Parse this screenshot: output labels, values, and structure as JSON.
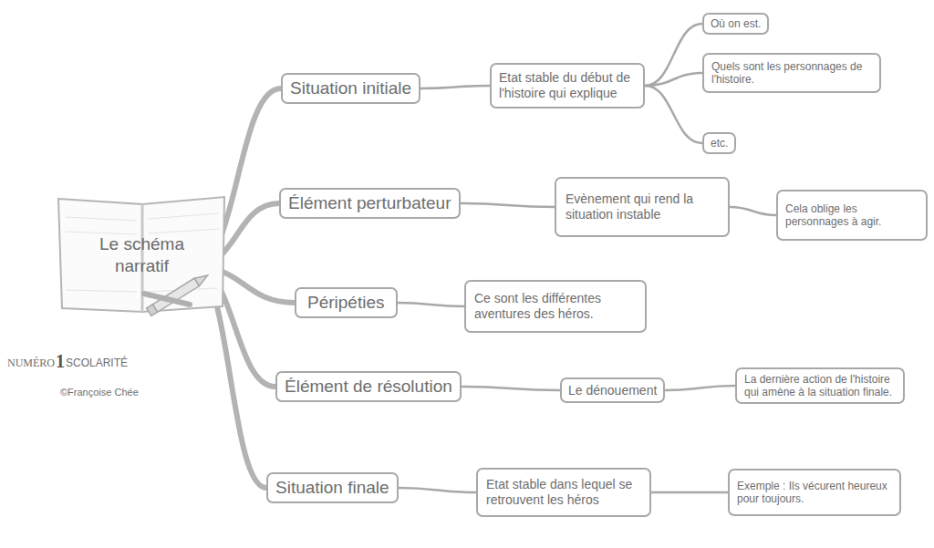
{
  "diagram": {
    "nodes": [
      {
        "text": [
          "Le schéma narratif"
        ]
      },
      {
        "text": [
          "Situation initiale"
        ]
      },
      {
        "text": [
          "Etat stable du début de l'histoire qui explique"
        ]
      },
      {
        "text": [
          "Où on est."
        ]
      },
      {
        "text": [
          "Quels sont les personnages de l'histoire."
        ]
      },
      {
        "text": [
          "etc."
        ]
      },
      {
        "text": [
          "Élément perturbateur"
        ]
      },
      {
        "text": [
          "Evènement qui rend la situation instable"
        ]
      },
      {
        "text": [
          "Cela oblige les personnages à agir."
        ]
      },
      {
        "text": [
          "Péripéties"
        ]
      },
      {
        "text": [
          "Ce sont les différentes aventures des héros."
        ]
      },
      {
        "text": [
          "Élément de résolution"
        ]
      },
      {
        "text": [
          "Le dénouement"
        ]
      },
      {
        "text": [
          "La dernière action de l'histoire qui amène à la situation finale."
        ]
      },
      {
        "text": [
          "Situation finale"
        ]
      },
      {
        "text": [
          "Etat stable dans lequel se retrouvent les héros"
        ]
      },
      {
        "text": [
          "Exemple : Ils vécurent heureux pour toujours."
        ]
      }
    ],
    "edges": [
      {
        "from": 0,
        "to": 1,
        "arrow": "none"
      },
      {
        "from": 1,
        "to": 2,
        "arrow": "none"
      },
      {
        "from": 2,
        "to": 3,
        "arrow": "none"
      },
      {
        "from": 2,
        "to": 4,
        "arrow": "none"
      },
      {
        "from": 2,
        "to": 5,
        "arrow": "none"
      },
      {
        "from": 0,
        "to": 6,
        "arrow": "none"
      },
      {
        "from": 6,
        "to": 7,
        "arrow": "none"
      },
      {
        "from": 7,
        "to": 8,
        "arrow": "none"
      },
      {
        "from": 0,
        "to": 9,
        "arrow": "none"
      },
      {
        "from": 9,
        "to": 10,
        "arrow": "none"
      },
      {
        "from": 0,
        "to": 11,
        "arrow": "none"
      },
      {
        "from": 11,
        "to": 12,
        "arrow": "none"
      },
      {
        "from": 12,
        "to": 13,
        "arrow": "none"
      },
      {
        "from": 0,
        "to": 14,
        "arrow": "none"
      },
      {
        "from": 14,
        "to": 15,
        "arrow": "none"
      },
      {
        "from": 15,
        "to": 16,
        "arrow": "none"
      }
    ],
    "labels": [
      "NUMÉRO",
      "1",
      "SCOLARITÉ",
      "©Françoise Chée"
    ]
  }
}
